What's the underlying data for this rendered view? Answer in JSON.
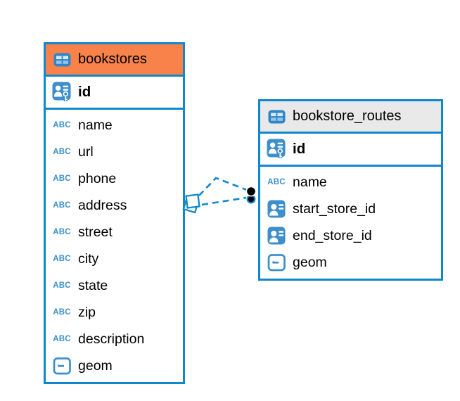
{
  "diagram": {
    "kind": "entity-relationship-diagram",
    "background": "#FFFFFF"
  },
  "colors": {
    "table_border": "#0F87CD",
    "icon_blue": "#3D8FCB",
    "bookstores_header": "#F8824A",
    "routes_header": "#E9E9E9",
    "text": "#000000",
    "relationship_line": "#0F87CD",
    "relationship_dot": "#000000"
  },
  "tables": [
    {
      "title": "bookstores",
      "title_icon": "table-icon",
      "header_color": "#F8824A",
      "columns": [
        {
          "name": "id",
          "icon": "primary-key-icon",
          "section": "key"
        },
        {
          "name": "name",
          "icon": "text-column-icon"
        },
        {
          "name": "url",
          "icon": "text-column-icon"
        },
        {
          "name": "phone",
          "icon": "text-column-icon"
        },
        {
          "name": "address",
          "icon": "text-column-icon"
        },
        {
          "name": "street",
          "icon": "text-column-icon"
        },
        {
          "name": "city",
          "icon": "text-column-icon"
        },
        {
          "name": "state",
          "icon": "text-column-icon"
        },
        {
          "name": "zip",
          "icon": "text-column-icon"
        },
        {
          "name": "description",
          "icon": "text-column-icon"
        },
        {
          "name": "geom",
          "icon": "geometry-column-icon"
        }
      ]
    },
    {
      "title": "bookstore_routes",
      "title_icon": "table-icon",
      "header_color": "#E9E9E9",
      "columns": [
        {
          "name": "id",
          "icon": "primary-key-icon",
          "section": "key"
        },
        {
          "name": "name",
          "icon": "text-column-icon"
        },
        {
          "name": "start_store_id",
          "icon": "foreign-key-icon"
        },
        {
          "name": "end_store_id",
          "icon": "foreign-key-icon"
        },
        {
          "name": "geom",
          "icon": "geometry-column-icon"
        }
      ]
    }
  ],
  "relationships": [
    {
      "from": "bookstores",
      "to": "bookstore_routes",
      "line_style": "dashed",
      "source_marker": "diamond",
      "target_marker": "dot"
    },
    {
      "from": "bookstores",
      "to": "bookstore_routes",
      "line_style": "dashed",
      "source_marker": "diamond",
      "target_marker": "dot"
    }
  ]
}
